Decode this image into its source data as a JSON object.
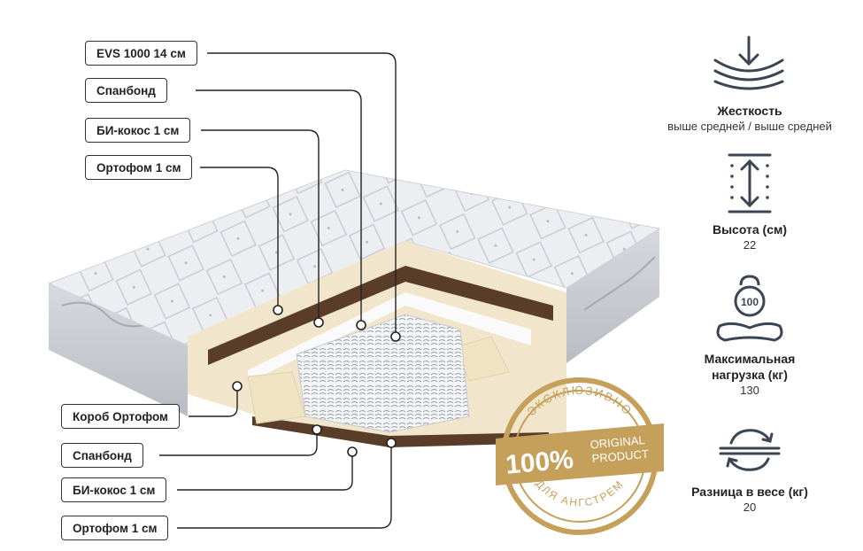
{
  "top_labels": [
    "EVS 1000 14 см",
    "Спанбонд",
    "БИ-кокос 1 см",
    "Ортофом 1 см"
  ],
  "bottom_labels": [
    "Короб Ортофом",
    "Спанбонд",
    "БИ-кокос 1 см",
    "Ортофом 1 см"
  ],
  "badge": {
    "top_arc": "ЭКСКЛЮЗИВНО",
    "percent": "100%",
    "line1": "ORIGINAL",
    "line2": "PRODUCT",
    "bottom_arc": "ДЛЯ АНГСТРЕМ",
    "color": "#c4a05a"
  },
  "specs": [
    {
      "icon": "firmness-icon",
      "title": "Жесткость",
      "value": "выше средней / выше средней"
    },
    {
      "icon": "height-icon",
      "title": "Высота (см)",
      "value": "22"
    },
    {
      "icon": "weight-icon",
      "title_line1": "Максимальная",
      "title_line2": "нагрузка (кг)",
      "value": "130",
      "weight_mark": "100"
    },
    {
      "icon": "rotate-icon",
      "title": "Разница в весе (кг)",
      "value": "20"
    }
  ],
  "colors": {
    "icon": "#3c4652",
    "foam": "#f1e6cb",
    "coir": "#5a3d28",
    "cover": "#e9ebee"
  }
}
